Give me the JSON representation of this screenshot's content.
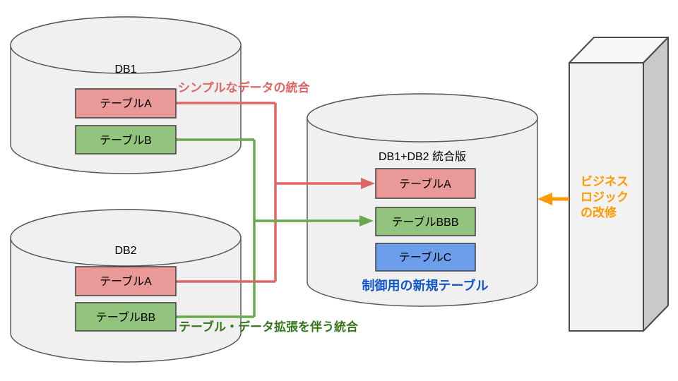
{
  "colors": {
    "cylinder_fill": "#f0f0f0",
    "cylinder_stroke": "#595959",
    "box_stroke": "#3f3f3f",
    "table_pink": "#ea9999",
    "table_green": "#93c47d",
    "table_blue": "#6d9eeb",
    "line_red": "#e06666",
    "line_green": "#6aa84f",
    "text_green": "#38761d",
    "text_blue": "#1155cc",
    "orange": "#ff9900",
    "text_dark": "#000000",
    "prism_front": "#f2f2f2",
    "prism_top": "#f7f7f7",
    "prism_side": "#c9c9c9",
    "prism_stroke": "#4a4a4a"
  },
  "db1": {
    "title": "DB1",
    "tables": [
      {
        "label": "テーブルA"
      },
      {
        "label": "テーブルB"
      }
    ]
  },
  "db2": {
    "title": "DB2",
    "tables": [
      {
        "label": "テーブルA"
      },
      {
        "label": "テーブルBB"
      }
    ]
  },
  "merged": {
    "title": "DB1+DB2 統合版",
    "tables": [
      {
        "label": "テーブルA"
      },
      {
        "label": "テーブルBBB"
      },
      {
        "label": "テーブルC"
      }
    ]
  },
  "annotations": {
    "simple_merge": "シンプルなデータの統合",
    "extended_merge": "テーブル・データ拡張を伴う統合",
    "control_table": "制御用の新規テーブル",
    "business_logic": {
      "lines": [
        "ビジネス",
        "ロジック",
        "の改修"
      ]
    }
  }
}
